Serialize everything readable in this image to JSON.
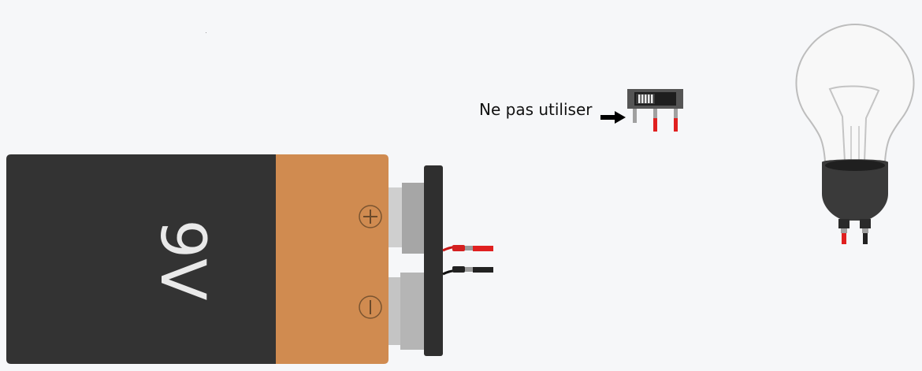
{
  "battery": {
    "label": "9V",
    "positive_symbol": "+",
    "negative_symbol": "−"
  },
  "annotation": {
    "text": "Ne pas utiliser"
  },
  "components": {
    "battery_icon": "battery-9v",
    "switch_icon": "slide-switch",
    "bulb_icon": "light-bulb",
    "arrow_icon": "arrow-right"
  },
  "colors": {
    "background": "#f6f7f9",
    "battery_body": "#333333",
    "battery_band": "#d08b50",
    "connector": "#2f2f2f",
    "wire_red": "#e02020",
    "wire_black": "#222222",
    "bulb_glass": "#bdbdbd",
    "bulb_base": "#3a3a3a"
  }
}
